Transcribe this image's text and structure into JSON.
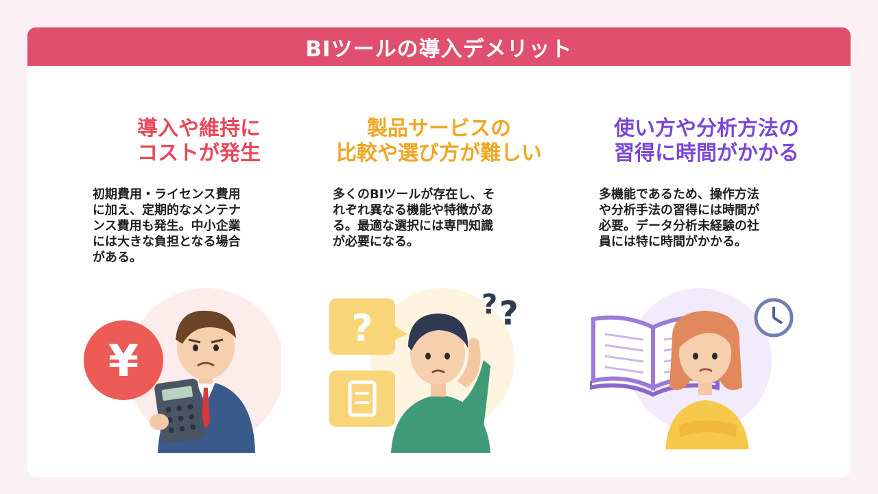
{
  "title": "BIツールの導入デメリット",
  "colors": {
    "header": "#e0506e",
    "col1": "#e8485a",
    "col2": "#f0a623",
    "col3": "#7a47d6"
  },
  "columns": [
    {
      "heading": [
        "導入や維持に",
        "コストが発生"
      ],
      "body": [
        "初期費用・ライセンス費用",
        "に加え、定期的なメンテナ",
        "ンス費用も発生。中小企業",
        "には大きな負担となる場合",
        "がある。"
      ],
      "icons": [
        "yen-coin-icon",
        "calculator-icon"
      ]
    },
    {
      "heading": [
        "製品サービスの",
        "比較や選び方が難しい"
      ],
      "body": [
        "多くのBIツールが存在し、そ",
        "れぞれ異なる機能や特徴があ",
        "る。最適な選択には専門知識",
        "が必要になる。"
      ],
      "icons": [
        "question-bubble-icon",
        "document-bubble-icon",
        "question-marks-icon"
      ]
    },
    {
      "heading": [
        "使い方や分析方法の",
        "習得に時間がかかる"
      ],
      "body": [
        "多機能であるため、操作方法",
        "や分析手法の習得には時間が",
        "必要。データ分析未経験の社",
        "員には特に時間がかかる。"
      ],
      "icons": [
        "open-book-icon",
        "clock-icon"
      ]
    }
  ],
  "symbols": {
    "yen": "¥",
    "question": "?"
  }
}
